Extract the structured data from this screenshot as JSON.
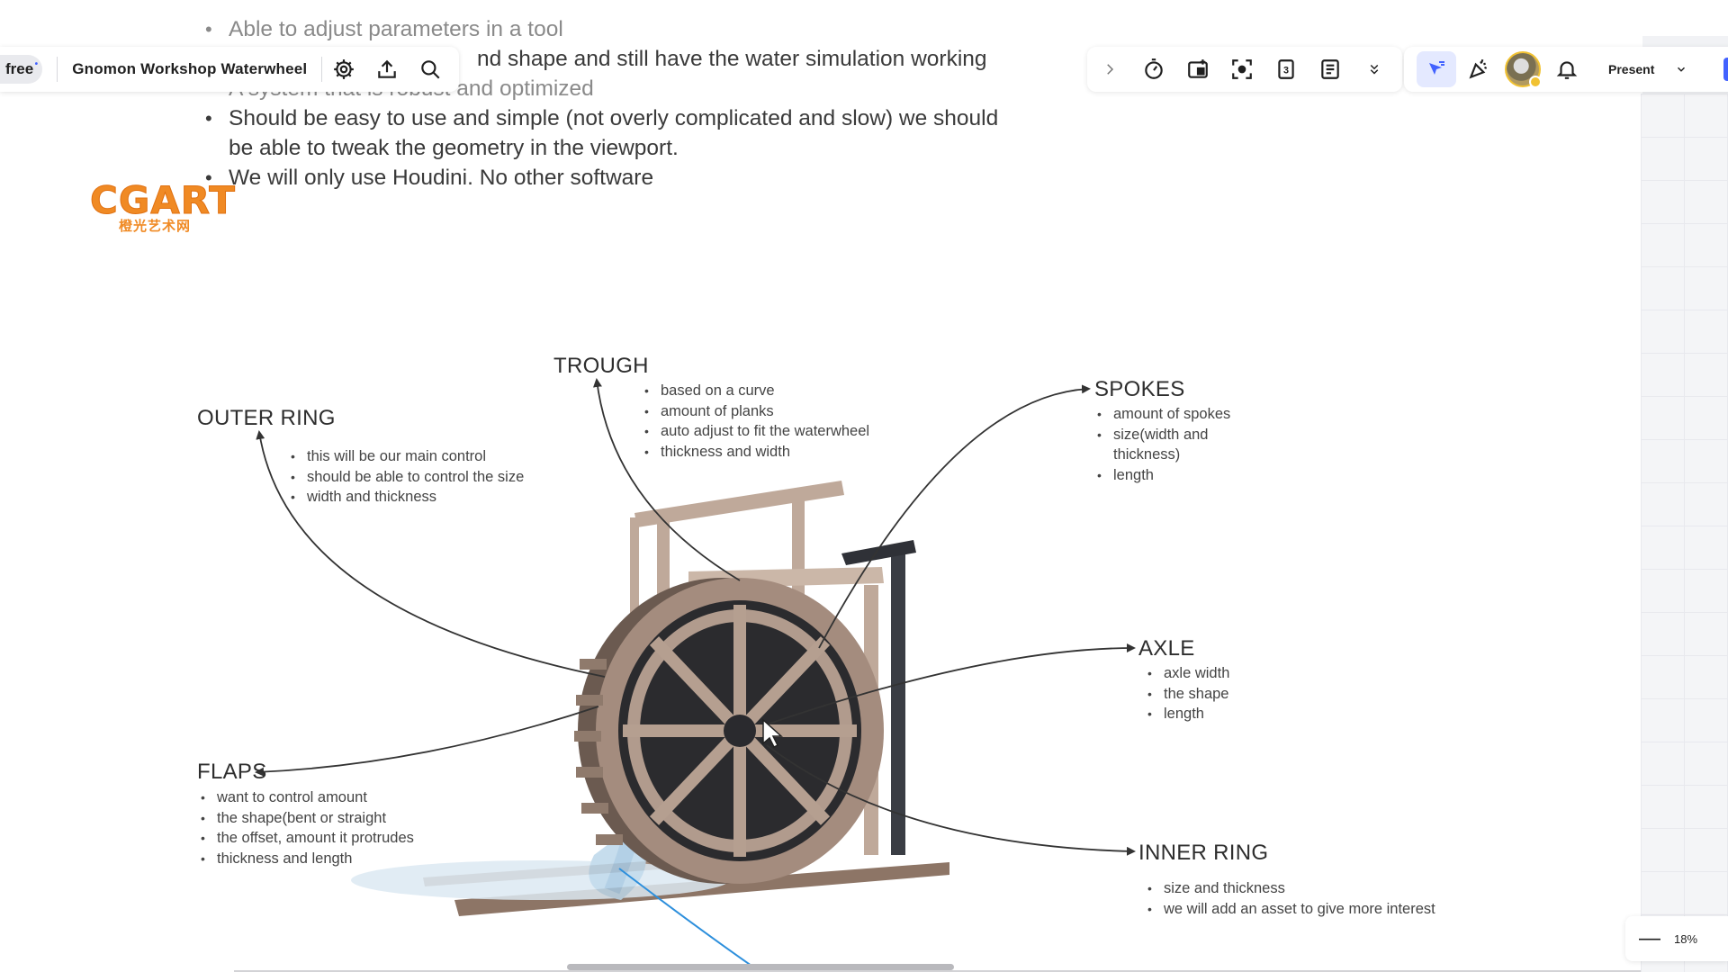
{
  "toolbar_left": {
    "plan_badge": "free",
    "board_title": "Gnomon Workshop Waterwheel",
    "icons": [
      "gear-icon",
      "upload-icon",
      "search-icon"
    ]
  },
  "toolbar_right": {
    "icons": [
      "chevron-right-icon",
      "timer-icon",
      "frame-icon",
      "focus-icon",
      "page-counter-icon",
      "notes-icon",
      "double-chevron-down-icon"
    ]
  },
  "toolbar_collab": {
    "icons": [
      "reaction-cursor-icon",
      "celebrate-icon",
      "avatar",
      "bell-icon"
    ],
    "present_label": "Present"
  },
  "board_notes": [
    {
      "text": "Able to adjust parameters in a tool",
      "faded": true
    },
    {
      "text": "nd shape and still have the water simulation working",
      "faded": false
    },
    {
      "text": "A system that is robust and optimized",
      "faded": true
    },
    {
      "text": "Should be easy to use and simple (not overly complicated and slow) we should be able to tweak the geometry in the viewport.",
      "faded": false
    },
    {
      "text": "We will only use Houdini. No other software",
      "faded": false
    }
  ],
  "logo": {
    "main": "CGART",
    "sub": "橙光艺术网"
  },
  "diagram": {
    "trough": {
      "title": "TROUGH",
      "items": [
        "based on a curve",
        "amount of planks",
        "auto adjust to fit the waterwheel",
        "thickness and width"
      ]
    },
    "outer_ring": {
      "title": "OUTER RING",
      "items": [
        "this will be our main control",
        "should be able to control the size",
        "width and thickness"
      ]
    },
    "spokes": {
      "title": "SPOKES",
      "items": [
        "amount of spokes",
        "size(width and thickness)",
        "length"
      ]
    },
    "axle": {
      "title": "AXLE",
      "items": [
        "axle width",
        "the shape",
        "length"
      ]
    },
    "flaps": {
      "title": "FLAPS",
      "items": [
        "want to control amount",
        "the shape(bent or straight",
        "the offset, amount it protrudes",
        "thickness and length"
      ]
    },
    "inner_ring": {
      "title": "INNER RING",
      "items": [
        "size and thickness",
        "we will add an asset to give more interest"
      ]
    }
  },
  "zoom": {
    "value": "18%"
  }
}
